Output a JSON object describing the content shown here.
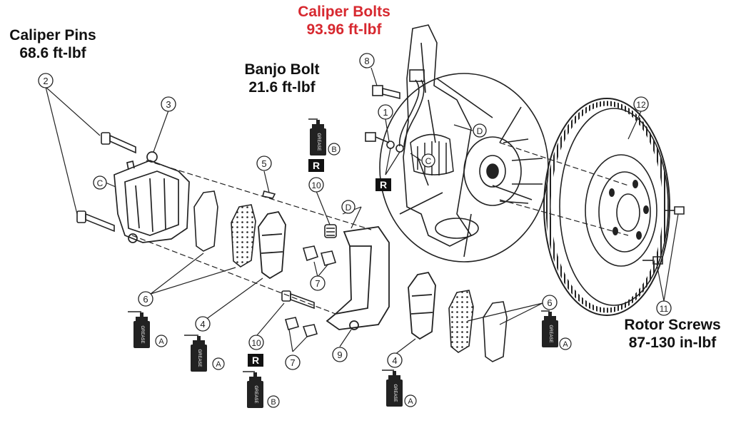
{
  "labels": {
    "caliper_pins": {
      "title": "Caliper Pins",
      "value": "68.6 ft-lbf"
    },
    "caliper_bolts": {
      "title": "Caliper Bolts",
      "value": "93.96 ft-lbf"
    },
    "banjo_bolt": {
      "title": "Banjo Bolt",
      "value": "21.6 ft-lbf"
    },
    "rotor_screws": {
      "title": "Rotor Screws",
      "value": "87-130 in-lbf"
    }
  },
  "colors": {
    "highlight": "#d7282f",
    "ink": "#1a1a1a"
  },
  "callouts": {
    "n1": "1",
    "n2": "2",
    "n3": "3",
    "n4": "4",
    "n5": "5",
    "n6": "6",
    "n7": "7",
    "n8": "8",
    "n9": "9",
    "n10": "10",
    "n11": "11",
    "n12": "12",
    "A": "A",
    "B": "B",
    "C": "C",
    "D": "D"
  },
  "markers": {
    "grease": "GREASE",
    "replace": "R"
  }
}
